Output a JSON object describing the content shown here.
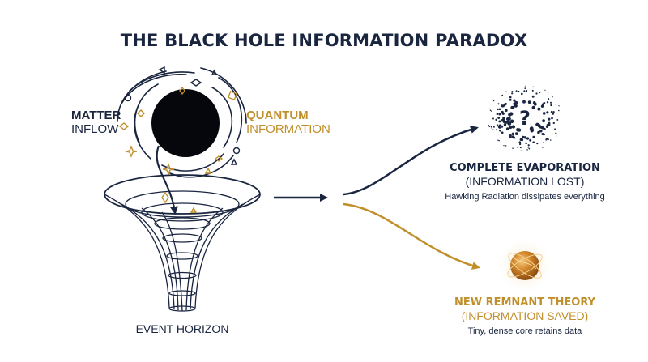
{
  "title": "THE BLACK HOLE INFORMATION PARADOX",
  "left": {
    "matter_line1": "MATTER",
    "matter_line2": "INFLOW",
    "quantum_line1": "QUANTUM",
    "quantum_line2": "INFORMATION",
    "horizon_label": "EVENT HORIZON"
  },
  "outcomes": {
    "lost": {
      "title": "COMPLETE EVAPORATION",
      "subtitle": "(INFORMATION LOST)",
      "description": "Hawking Radiation dissipates everything",
      "icon": "question-mark-icon",
      "glyph": "?"
    },
    "saved": {
      "title": "NEW REMNANT THEORY",
      "subtitle": "(INFORMATION SAVED)",
      "description": "Tiny, dense core retains data",
      "icon": "remnant-sphere-icon"
    }
  },
  "colors": {
    "navy": "#1a2540",
    "gold": "#c08f2a",
    "black_hole": "#05070c"
  }
}
